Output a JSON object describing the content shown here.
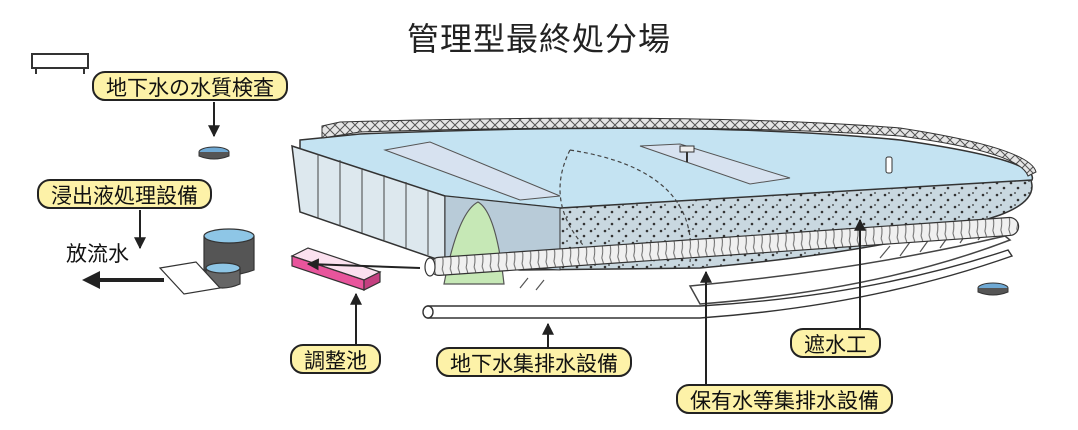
{
  "title": "管理型最終処分場",
  "labels": {
    "groundwater_inspection": "地下水の水質検査",
    "leachate_treatment": "浸出液処理設備",
    "discharge_water": "放流水",
    "regulation_pond": "調整池",
    "groundwater_drainage": "地下水集排水設備",
    "impermeable_works": "遮水工",
    "retained_water_drainage": "保有水等集排水設備"
  },
  "colors": {
    "label_fill": "#fdf2a8",
    "water": "#c4e3f2",
    "pond": "#e8559c",
    "berm": "#c6e8b6"
  }
}
